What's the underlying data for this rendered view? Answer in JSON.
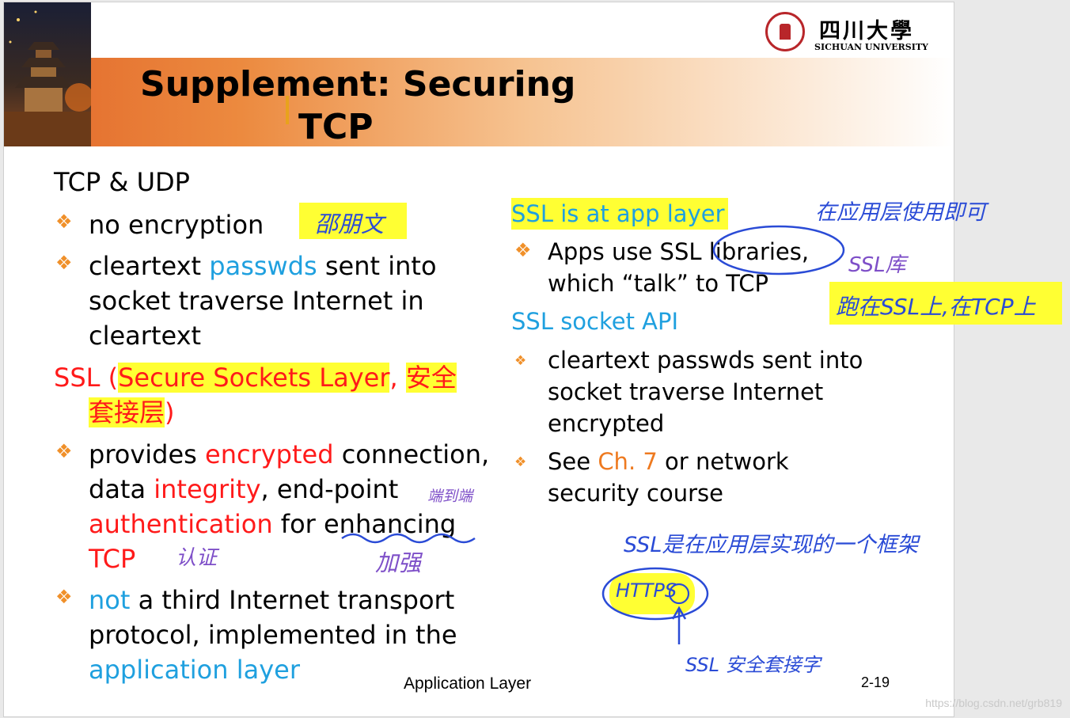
{
  "title": {
    "line1": "Supplement: Securing",
    "line2": "TCP"
  },
  "logo": {
    "cn": "四川大學",
    "en": "SICHUAN UNIVERSITY"
  },
  "left": {
    "heading": "TCP & UDP",
    "b1": "no encryption",
    "b2": {
      "a": "cleartext ",
      "b": "passwds",
      "c": " sent into",
      "l2": "socket traverse Internet in",
      "l3": "cleartext"
    },
    "ssl": {
      "a": "SSL (",
      "b": "Secure Sockets Layer",
      "c": ", ",
      "d": "安全",
      "e": "套接层",
      "f": ")"
    },
    "b3": {
      "a": "provides ",
      "b": "encrypted",
      "c": " connection,",
      "l2a": "data ",
      "l2b": "integrity",
      "l2c": ", end-point",
      "l3a": "authentication",
      "l3b": " for enhancing",
      "l4": "TCP"
    },
    "b4": {
      "a": "not",
      "b": " a third Internet transport",
      "l2": "protocol, implemented in the",
      "l3": "application layer"
    }
  },
  "right": {
    "heading": "SSL is at app layer",
    "b1": {
      "l1": "Apps use SSL libraries,",
      "l2": "which “talk” to TCP"
    },
    "api": "SSL socket API",
    "b2": {
      "l1": "cleartext passwds sent into",
      "l2": "socket traverse Internet",
      "l3": "encrypted"
    },
    "b3": {
      "a": "See ",
      "b": "Ch. 7",
      "c": " or network",
      "l2": "security course"
    }
  },
  "notes": {
    "name": "邵朋文",
    "app_layer": "在应用层使用即可",
    "ssl_lib": "SSL库",
    "run_on": "跑在SSL上,在TCP上",
    "end_to_end": "端到端",
    "auth": "认证",
    "enhance": "加强",
    "framework": "SSL是在应用层实现的一个框架",
    "https": "HTTPS",
    "ssl_socket": "SSL 安全套接字"
  },
  "footer": "Application Layer",
  "page": "2-19",
  "watermark": "https://blog.csdn.net/grb819",
  "colors": {
    "highlight": "#ffff33",
    "blue_text": "#1fa0df",
    "red_text": "#ff1a1a",
    "orange": "#ee7a20",
    "ink": "#2a4bd6"
  }
}
